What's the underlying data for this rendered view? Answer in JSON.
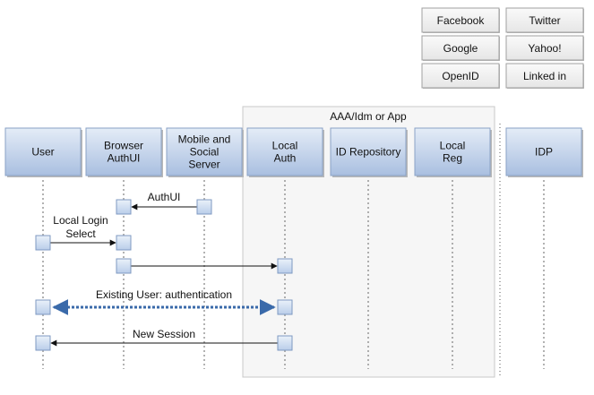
{
  "providers": [
    {
      "label": "Facebook"
    },
    {
      "label": "Twitter"
    },
    {
      "label": "Google"
    },
    {
      "label": "Yahoo!"
    },
    {
      "label": "OpenID"
    },
    {
      "label": "Linked in"
    }
  ],
  "group": {
    "label": "AAA/Idm or App"
  },
  "participants": [
    {
      "lines": [
        "User"
      ]
    },
    {
      "lines": [
        "Browser",
        "AuthUI"
      ]
    },
    {
      "lines": [
        "Mobile and",
        "Social",
        "Server"
      ]
    },
    {
      "lines": [
        "Local",
        "Auth"
      ]
    },
    {
      "lines": [
        "ID Repository"
      ]
    },
    {
      "lines": [
        "Local",
        "Reg"
      ]
    },
    {
      "lines": [
        "IDP"
      ]
    }
  ],
  "messages": [
    {
      "lines": [
        "AuthUI"
      ]
    },
    {
      "lines": [
        "Local Login",
        "Select"
      ]
    },
    {
      "lines": []
    },
    {
      "lines": [
        "Existing User: authentication"
      ]
    },
    {
      "lines": [
        "New Session"
      ]
    }
  ],
  "colors": {
    "header_top": "#e4ecf7",
    "header_bottom": "#a9bfe0",
    "activation": "#cddcf0",
    "dashed_arrow": "#3a6aaa",
    "group_fill": "#f6f6f6",
    "provider_fill": "#f2f2f2"
  }
}
